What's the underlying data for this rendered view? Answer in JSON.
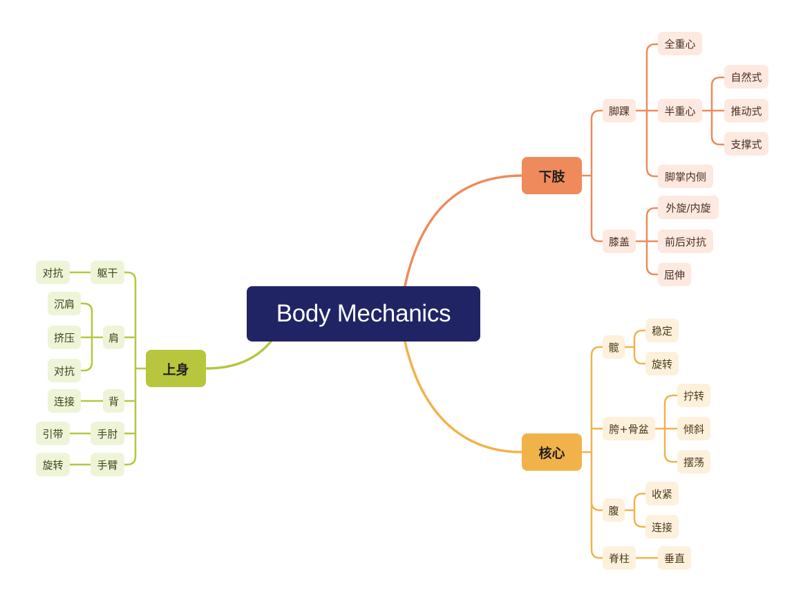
{
  "root": {
    "label": "Body Mechanics",
    "color": "#212464"
  },
  "branches": {
    "lower": {
      "label": "下肢",
      "color": "#ee8a5c",
      "ankle": {
        "label": "脚踝",
        "full": "全重心",
        "half": "半重心",
        "natural": "自然式",
        "push": "推动式",
        "support": "支撑式",
        "inner": "脚掌内侧"
      },
      "knee": {
        "label": "膝盖",
        "rotate": "外旋/内旋",
        "opposition": "前后对抗",
        "flex": "屈伸"
      }
    },
    "core": {
      "label": "核心",
      "color": "#f2b24a",
      "hip_bone": {
        "label": "髋",
        "stable": "稳定",
        "rotate": "旋转"
      },
      "pelvis": {
        "label": "胯+骨盆",
        "twist": "拧转",
        "tilt": "倾斜",
        "swing": "摆荡"
      },
      "abdomen": {
        "label": "腹",
        "tighten": "收紧",
        "connect": "连接"
      },
      "spine": {
        "label": "脊柱",
        "vertical": "垂直"
      }
    },
    "upper": {
      "label": "上身",
      "color": "#b7c63d",
      "torso": {
        "label": "躯干",
        "opposition": "对抗"
      },
      "shoulder": {
        "label": "肩",
        "sink": "沉肩",
        "squeeze": "挤压",
        "opposition": "对抗"
      },
      "back": {
        "label": "背",
        "connect": "连接"
      },
      "elbow": {
        "label": "手肘",
        "lead": "引带"
      },
      "arm": {
        "label": "手臂",
        "rotate": "旋转"
      }
    }
  }
}
